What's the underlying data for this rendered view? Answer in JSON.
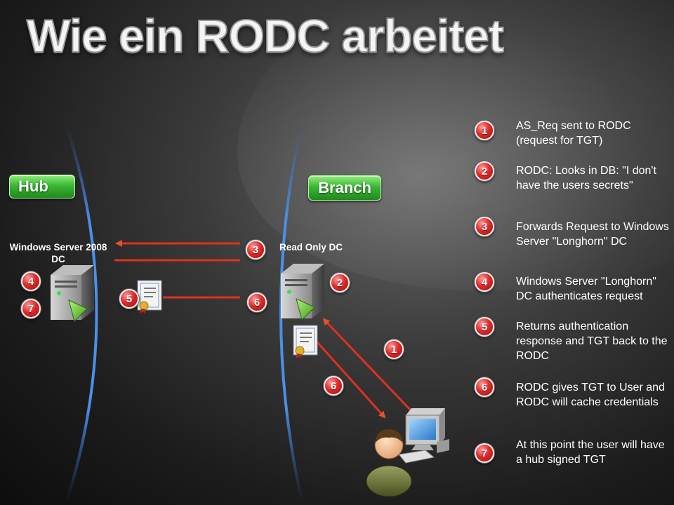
{
  "title": "Wie ein RODC arbeitet",
  "zones": {
    "hub": "Hub",
    "branch": "Branch"
  },
  "servers": {
    "hub_dc": "Windows Server 2008 DC",
    "rodc": "Read Only DC"
  },
  "diagram_badges": [
    "1",
    "2",
    "3",
    "4",
    "5",
    "6",
    "6",
    "7"
  ],
  "steps": [
    {
      "num": "1",
      "text": "AS_Req sent to RODC (request for TGT)"
    },
    {
      "num": "2",
      "text": "RODC: Looks in DB: \"I don't have the users secrets\""
    },
    {
      "num": "3",
      "text": "Forwards Request to Windows Server \"Longhorn\" DC"
    },
    {
      "num": "4",
      "text": "Windows Server \"Longhorn\" DC authenticates request"
    },
    {
      "num": "5",
      "text": "Returns authentication response and TGT back to the RODC"
    },
    {
      "num": "6",
      "text": "RODC gives TGT to User and RODC will cache credentials"
    },
    {
      "num": "7",
      "text": "At this point the user will have a hub signed TGT"
    }
  ],
  "colors": {
    "badge": "#e22a2a",
    "arrow": "#e03020",
    "arc": "#3a7fd6",
    "pill": "#3db635"
  },
  "icons": [
    "server-icon",
    "certificate-icon",
    "user-icon",
    "computer-icon"
  ]
}
